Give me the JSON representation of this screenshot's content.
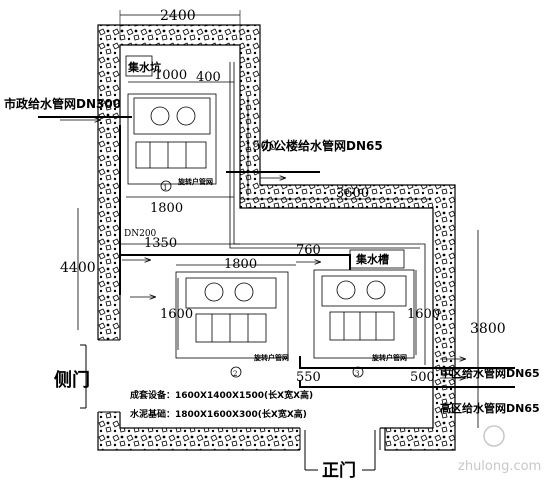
{
  "dimensions": {
    "d2400": "2400",
    "d1000": "1000",
    "d400": "400",
    "d1500": "1500",
    "d1800_top": "1800",
    "d3600": "3600",
    "d4400": "4400",
    "d1350": "1350",
    "d760": "760",
    "d1800_mid": "1800",
    "d1600_left": "1600",
    "d1600_right": "1600",
    "d3800": "3800",
    "d550": "550",
    "d500": "500"
  },
  "labels": {
    "municipal_supply": "市政给水管网DN300",
    "office_supply": "办公楼给水管网DN65",
    "sump_top": "集水坑",
    "sump_mid": "集水槽",
    "dn200": "DN200",
    "mid_zone": "中区给水管网DN65",
    "high_zone": "高区给水管网DN65",
    "side_door": "侧门",
    "main_door": "正门",
    "equip_note": "成套设备：1600X1400X1500(长X宽X高)",
    "base_note": "水泥基础：1800X1600X300(长X宽X高)",
    "pump_small_label": "旋转户管网",
    "unit1_no": "1",
    "unit2_no": "2",
    "unit3_no": "3"
  },
  "watermark": {
    "site_text": "zhulong.com"
  }
}
